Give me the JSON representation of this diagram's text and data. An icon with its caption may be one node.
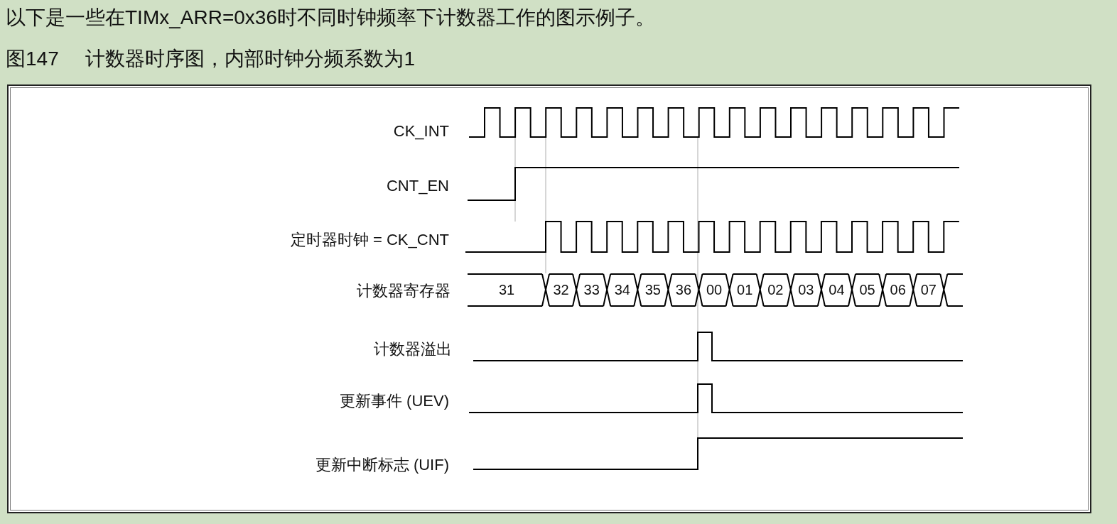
{
  "diagram": {
    "title": "图147 计数器时序图，内部时钟分频系数为1",
    "labels": [
      "以下是一些在TIMx_ARR=0x36时不同时钟频率下计数器工作的图示例子。",
      "CK_INT",
      "CNT_EN",
      "定时器时钟 = CK_CNT",
      "计数器寄存器",
      "31",
      "32",
      "33",
      "34",
      "35",
      "36",
      "00",
      "01",
      "02",
      "03",
      "04",
      "05",
      "06",
      "07",
      "计数器溢出",
      "更新事件 (UEV)",
      "更新中断标志 (UIF)"
    ]
  }
}
